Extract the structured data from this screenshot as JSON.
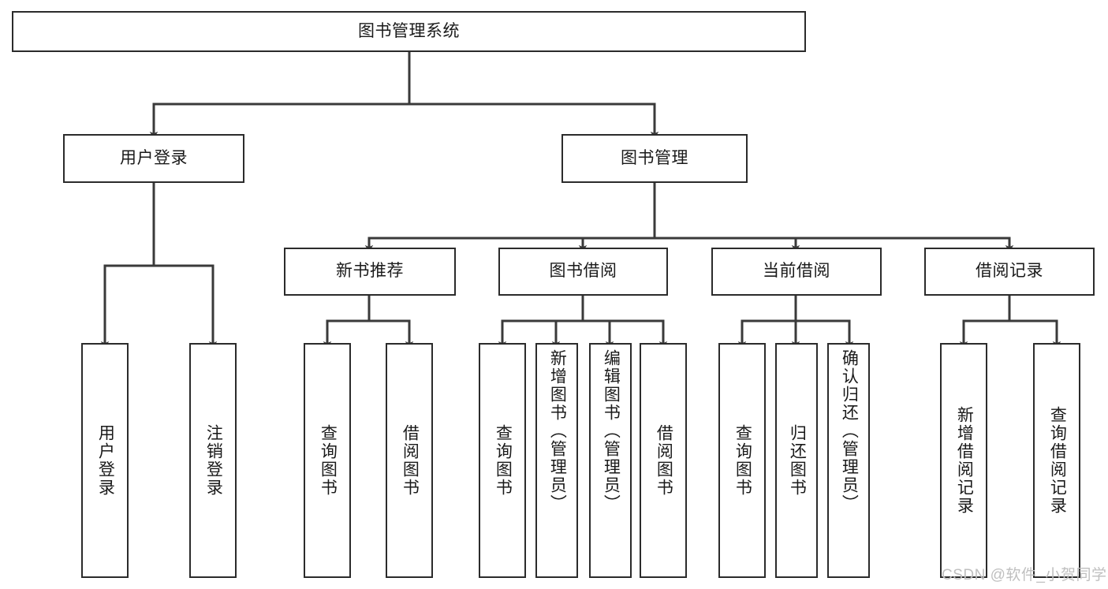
{
  "diagram": {
    "title": "图书管理系统",
    "type": "tree-hierarchy-diagram",
    "watermark": "CSDN @软件_小贺同学",
    "colors": {
      "box_border": "#2b2b2b",
      "box_fill": "#ffffff",
      "connector": "#3a3a3a",
      "text": "#1a1a1a",
      "watermark": "#bfbfbf",
      "background": "#ffffff"
    },
    "root": {
      "label": "图书管理系统"
    },
    "level2": [
      {
        "label": "用户登录"
      },
      {
        "label": "图书管理"
      }
    ],
    "level3": [
      {
        "label": "新书推荐"
      },
      {
        "label": "图书借阅"
      },
      {
        "label": "当前借阅"
      },
      {
        "label": "借阅记录"
      }
    ],
    "leaves": {
      "user_login": [
        {
          "label": "用户登录"
        },
        {
          "label": "注销登录"
        }
      ],
      "new_book_recommend": [
        {
          "label": "查询图书"
        },
        {
          "label": "借阅图书"
        }
      ],
      "book_borrow": [
        {
          "label": "查询图书"
        },
        {
          "label": "新增图书（管理员）"
        },
        {
          "label": "编辑图书（管理员）"
        },
        {
          "label": "借阅图书"
        }
      ],
      "current_borrow": [
        {
          "label": "查询图书"
        },
        {
          "label": "归还图书"
        },
        {
          "label": "确认归还（管理员）"
        }
      ],
      "borrow_record": [
        {
          "label": "新增借阅记录"
        },
        {
          "label": "查询借阅记录"
        }
      ]
    }
  }
}
